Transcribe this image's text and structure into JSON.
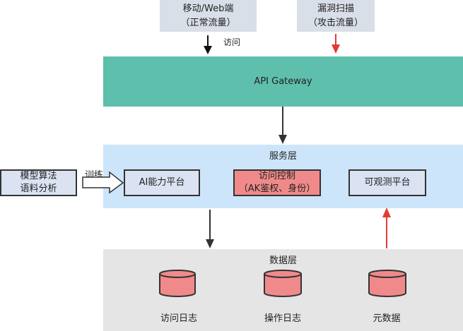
{
  "sources": {
    "normal": {
      "line1": "移动/Web端",
      "line2": "（正常流量）"
    },
    "attack": {
      "line1": "漏洞扫描",
      "line2": "（攻击流量）"
    }
  },
  "edge_labels": {
    "visit": "访问",
    "train": "训练"
  },
  "gateway": {
    "label": "API Gateway"
  },
  "service_layer": {
    "title": "服务层",
    "components": [
      {
        "id": "ai",
        "label": "AI能力平台"
      },
      {
        "id": "acl",
        "line1": "访问控制",
        "line2": "（AK鉴权、身份）"
      },
      {
        "id": "obs",
        "label": "可观测平台"
      }
    ]
  },
  "external": {
    "line1": "模型算法",
    "line2": "语料分析"
  },
  "data_layer": {
    "title": "数据层",
    "stores": [
      {
        "label": "访问日志"
      },
      {
        "label": "操作日志"
      },
      {
        "label": "元数据"
      }
    ]
  },
  "colors": {
    "gateway": "#5ebfac",
    "service_layer": "#cde5fa",
    "data_layer": "#e5e5e5",
    "source_box": "#d9dfe8",
    "component_blue": "#dbe2f1",
    "component_red": "#f08a8a",
    "normal_arrow": "#333333",
    "attack_arrow": "#e53935"
  }
}
